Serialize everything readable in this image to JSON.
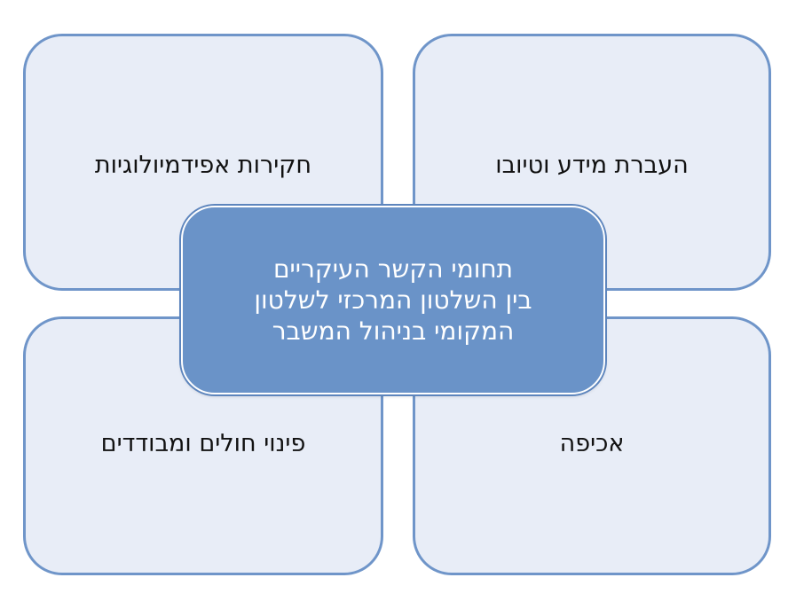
{
  "diagram": {
    "center": {
      "lines": [
        "תחומי הקשר העיקריים",
        "בין השלטון המרכזי לשלטון",
        "המקומי בניהול המשבר"
      ]
    },
    "quadrants": {
      "top_left": "חקירות אפידמיולוגיות",
      "top_right": "העברת מידע וטיובו",
      "bottom_left": "פינוי חולים ומבודדים",
      "bottom_right": "אכיפה"
    }
  },
  "colors": {
    "quadrant_fill": "#e8edf7",
    "quadrant_border": "#6f95c9",
    "center_fill": "#6a93c8",
    "center_text": "#ffffff"
  }
}
